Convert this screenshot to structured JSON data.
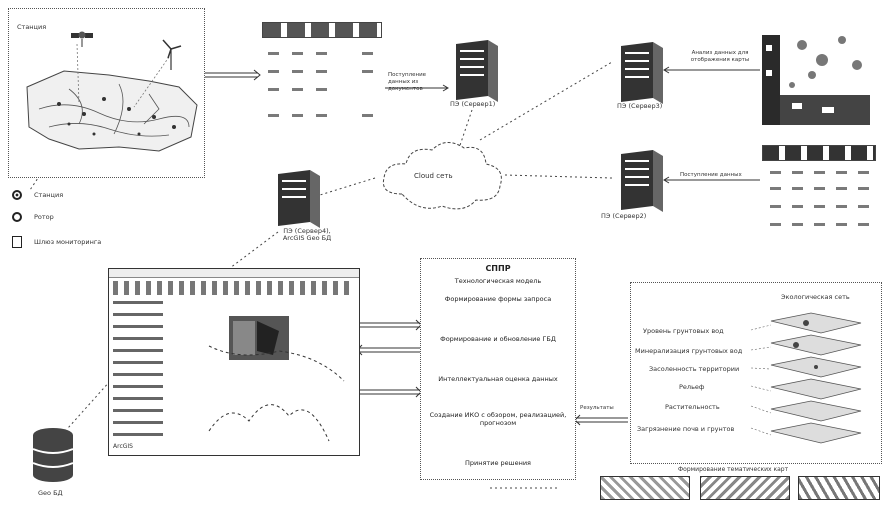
{
  "map_panel": {
    "station_label": "Станция"
  },
  "legend": {
    "items": [
      {
        "icon": "station-marker-icon",
        "label": "Станция"
      },
      {
        "icon": "turbine-marker-icon",
        "label": "Ротор"
      },
      {
        "icon": "monitoring-point-icon",
        "label": "Шлюз мониторинга"
      }
    ]
  },
  "servers": {
    "server1": "ПЭ (Сервер1)",
    "server_top_right": "ПЭ (Сервер3)",
    "server2": "ПЭ (Сервер2)",
    "server_gis": "ПЭ (Сервер4), ArcGIS Geo БД"
  },
  "arrows": {
    "transfer_top": "Поступление данных из документов",
    "transfer_right": "Анализ данных для отображения карты",
    "transfer_mid": "Поступление данных",
    "analysis_link": "Результаты"
  },
  "cloud_label": "Cloud сеть",
  "arcgis_label": "ArcGIS",
  "db_label": "Geo БД",
  "sppr": {
    "title": "СППР",
    "subtitle": "Технологическая модель",
    "steps": [
      "Формирование формы запроса",
      "Формирование и обновление ГБД",
      "Интеллектуальная оценка данных",
      "Создание ИКО с обзором, реализацией, прогнозом",
      "Принятие решения"
    ]
  },
  "analysis_panel": {
    "title": "Экологическая сеть",
    "rows": [
      "Уровень грунтовых вод",
      "Минерализация грунтовых вод",
      "Засоленность территории",
      "Рельеф",
      "Растительность",
      "Загрязнение почв и грунтов"
    ]
  },
  "bottom_caption": "Формирование тематических карт"
}
